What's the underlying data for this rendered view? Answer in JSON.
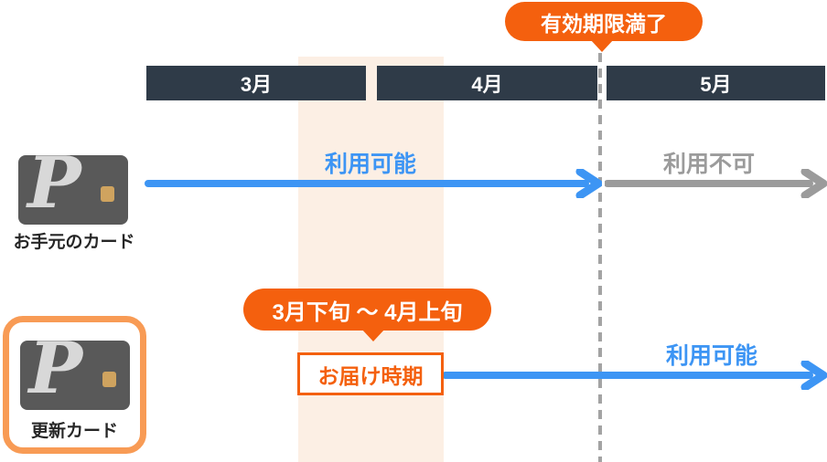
{
  "timeline": {
    "months": [
      {
        "label": "3月"
      },
      {
        "label": "4月"
      },
      {
        "label": "5月"
      }
    ]
  },
  "expiry_badge": {
    "label": "有効期限満了"
  },
  "delivery_badge": {
    "label": "3月下旬 〜 4月上旬"
  },
  "delivery_box": {
    "label": "お届け時期"
  },
  "current_card": {
    "caption": "お手元のカード",
    "logo_letter": "P"
  },
  "renewal_card": {
    "caption": "更新カード",
    "logo_letter": "P"
  },
  "arrows": {
    "current_usable_label": "利用可能",
    "current_unusable_label": "利用不可",
    "renewal_usable_label": "利用可能"
  },
  "colors": {
    "accent_orange": "#f4600e",
    "light_orange_border": "#f89b55",
    "blue": "#3d95f4",
    "gray": "#9b9b9b",
    "dark_navy_bar": "#2f3b48",
    "cream_band": "#fcefe4",
    "card_gray": "#595959",
    "chip_gold": "#cfa35f"
  }
}
